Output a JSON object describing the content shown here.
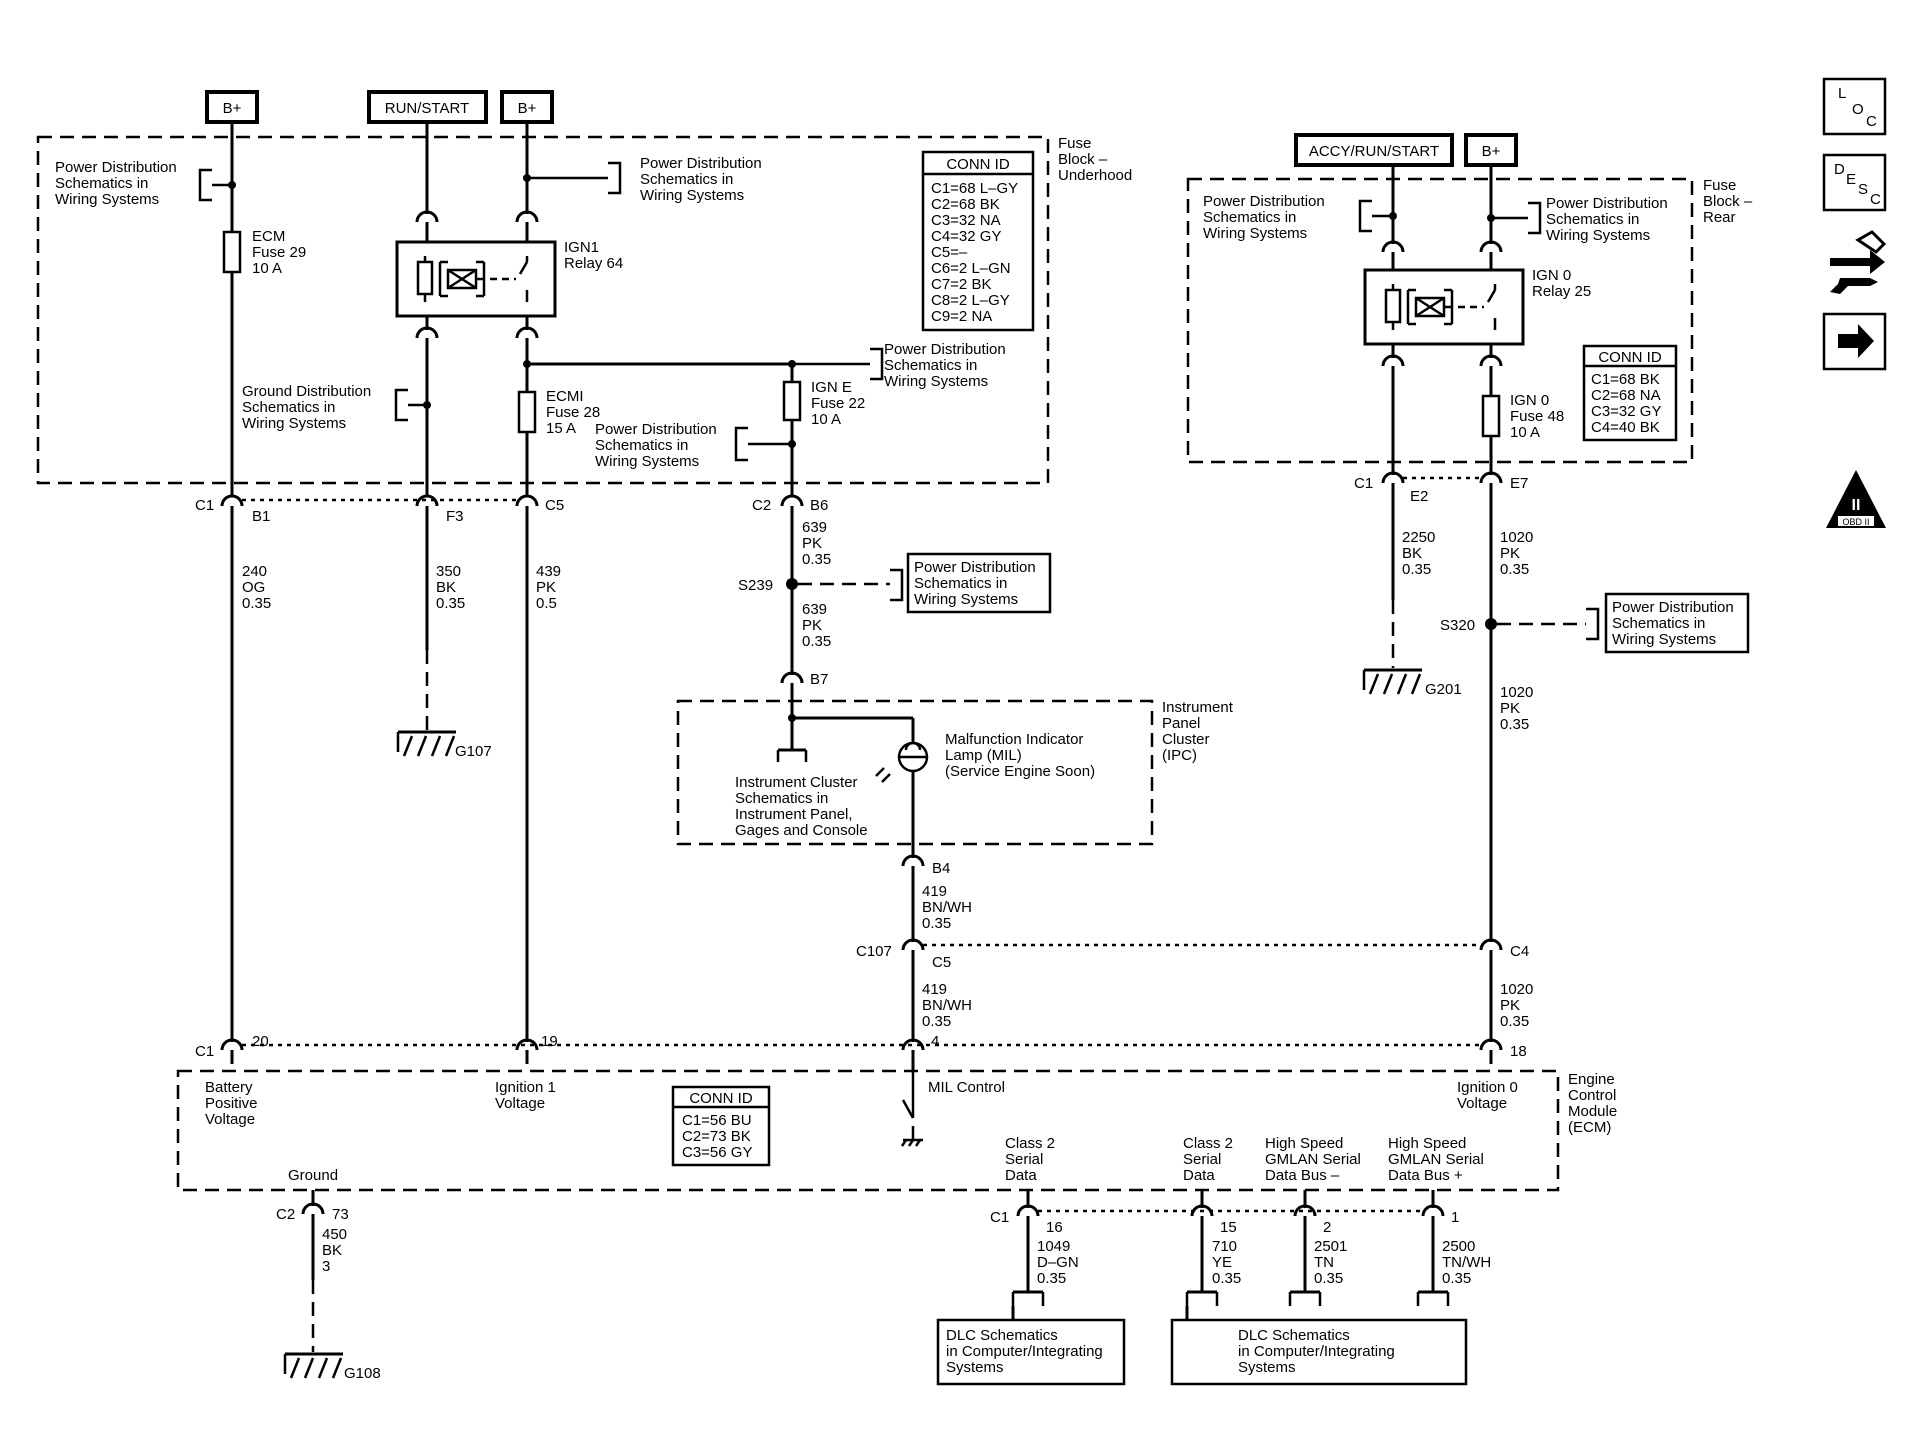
{
  "sources": {
    "b_plus": "B+",
    "run_start": "RUN/START",
    "accy_run_start": "ACCY/RUN/START"
  },
  "refs": {
    "power_dist": [
      "Power Distribution",
      "Schematics in",
      "Wiring Systems"
    ],
    "ground_dist": [
      "Ground Distribution",
      "Schematics in",
      "Wiring Systems"
    ],
    "inst_cluster": [
      "Instrument Cluster",
      "Schematics in",
      "Instrument Panel,",
      "Gages and Console"
    ],
    "dlc": [
      "DLC Schematics",
      "in Computer/Integrating",
      "Systems"
    ]
  },
  "fuse_block_underhood": {
    "label": [
      "Fuse",
      "Block –",
      "Underhood"
    ],
    "conn_title": "CONN ID",
    "conn": [
      "C1=68 L–GY",
      "C2=68 BK",
      "C3=32 NA",
      "C4=32 GY",
      "C5=–",
      "C6=2 L–GN",
      "C7=2 BK",
      "C8=2 L–GY",
      "C9=2 NA"
    ],
    "ecm_fuse": [
      "ECM",
      "Fuse 29",
      "10 A"
    ],
    "ign1_relay": [
      "IGN1",
      "Relay 64"
    ],
    "ecmi_fuse": [
      "ECMI",
      "Fuse 28",
      "15 A"
    ],
    "igne_fuse": [
      "IGN E",
      "Fuse 22",
      "10 A"
    ]
  },
  "fuse_block_rear": {
    "label": [
      "Fuse",
      "Block –",
      "Rear"
    ],
    "conn_title": "CONN ID",
    "conn": [
      "C1=68 BK",
      "C2=68 NA",
      "C3=32 GY",
      "C4=40 BK"
    ],
    "ign0_relay": [
      "IGN 0",
      "Relay 25"
    ],
    "ign0_fuse": [
      "IGN 0",
      "Fuse 48",
      "10 A"
    ]
  },
  "connectors": {
    "c1": "C1",
    "c2": "C2",
    "c107": "C107",
    "b1": "B1",
    "f3": "F3",
    "c5": "C5",
    "b6": "B6",
    "b7": "B7",
    "b4": "B4",
    "c5b": "C5",
    "e2": "E2",
    "e7": "E7",
    "c4": "C4",
    "p20": "20",
    "p19": "19",
    "p4": "4",
    "p18": "18",
    "p73": "73",
    "p16": "16",
    "p15": "15",
    "p2": "2",
    "p1": "1"
  },
  "wires": {
    "w240": [
      "240",
      "OG",
      "0.35"
    ],
    "w350": [
      "350",
      "BK",
      "0.35"
    ],
    "w439": [
      "439",
      "PK",
      "0.5"
    ],
    "w639a": [
      "639",
      "PK",
      "0.35"
    ],
    "w639b": [
      "639",
      "PK",
      "0.35"
    ],
    "w419a": [
      "419",
      "BN/WH",
      "0.35"
    ],
    "w419b": [
      "419",
      "BN/WH",
      "0.35"
    ],
    "w2250": [
      "2250",
      "BK",
      "0.35"
    ],
    "w1020a": [
      "1020",
      "PK",
      "0.35"
    ],
    "w1020b": [
      "1020",
      "PK",
      "0.35"
    ],
    "w1020c": [
      "1020",
      "PK",
      "0.35"
    ],
    "w450": [
      "450",
      "BK",
      "3"
    ],
    "w1049": [
      "1049",
      "D–GN",
      "0.35"
    ],
    "w710": [
      "710",
      "YE",
      "0.35"
    ],
    "w2501": [
      "2501",
      "TN",
      "0.35"
    ],
    "w2500": [
      "2500",
      "TN/WH",
      "0.35"
    ]
  },
  "splices": {
    "s239": "S239",
    "s320": "S320"
  },
  "grounds": {
    "g107": "G107",
    "g201": "G201",
    "g108": "G108"
  },
  "ipc": {
    "label": [
      "Instrument",
      "Panel",
      "Cluster",
      "(IPC)"
    ],
    "mil": [
      "Malfunction Indicator",
      "Lamp (MIL)",
      "(Service Engine Soon)"
    ]
  },
  "ecm": {
    "label": [
      "Engine",
      "Control",
      "Module",
      "(ECM)"
    ],
    "battery": [
      "Battery",
      "Positive",
      "Voltage"
    ],
    "ign1": [
      "Ignition 1",
      "Voltage"
    ],
    "mil_control": "MIL Control",
    "ign0": [
      "Ignition 0",
      "Voltage"
    ],
    "ground": "Ground",
    "class2_a": [
      "Class 2",
      "Serial",
      "Data"
    ],
    "class2_b": [
      "Class 2",
      "Serial",
      "Data"
    ],
    "hs_minus": [
      "High Speed",
      "GMLAN Serial",
      "Data Bus –"
    ],
    "hs_plus": [
      "High Speed",
      "GMLAN Serial",
      "Data Bus +"
    ],
    "conn_title": "CONN ID",
    "conn": [
      "C1=56 BU",
      "C2=73 BK",
      "C3=56 GY"
    ]
  },
  "side_icons": {
    "loc": [
      "L",
      "O",
      "C"
    ],
    "desc": [
      "D",
      "E",
      "S",
      "C"
    ],
    "obd": [
      "II",
      "OBD II"
    ],
    "icons": [
      "schematic-reference-icon",
      "next-arrow-icon"
    ]
  }
}
